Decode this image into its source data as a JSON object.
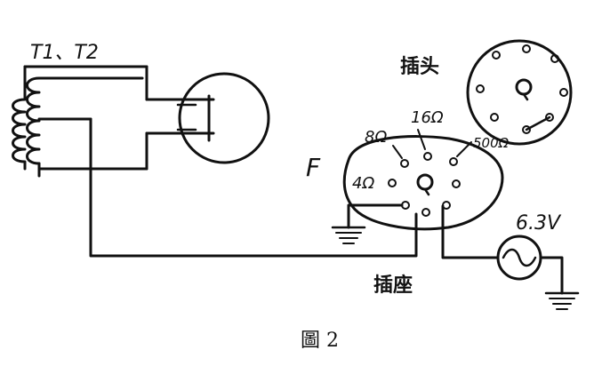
{
  "labels": {
    "transformer": "T1、T2",
    "plug": "插头",
    "socket_letter": "F",
    "tap_8": "8Ω",
    "tap_16": "16Ω",
    "tap_500": "500Ω",
    "tap_4": "4Ω",
    "socket": "插座",
    "heater_voltage": "6.3V",
    "caption": "圖 2"
  },
  "colors": {
    "ink": "#111111",
    "paper": "#ffffff"
  }
}
